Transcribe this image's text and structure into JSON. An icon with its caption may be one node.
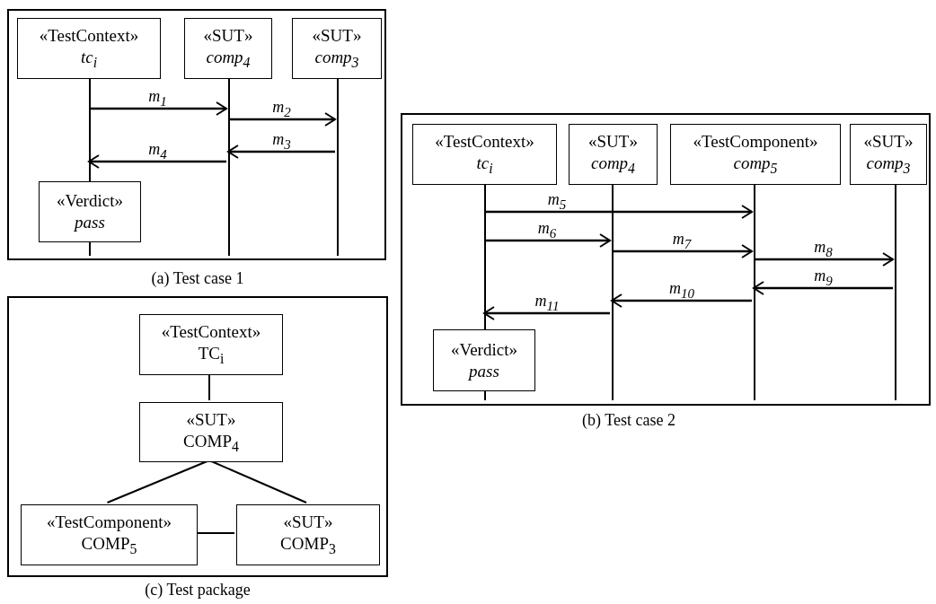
{
  "diagram": {
    "nodes": [
      {
        "text": [],
        "shape": "box"
      },
      {
        "text": [
          "«TestContext»",
          "tc$_{i}$"
        ],
        "in": 0
      },
      {
        "text": [
          "«SUT»",
          "comp$_{4}$"
        ],
        "in": 0
      },
      {
        "text": [
          "«SUT»",
          "comp$_{3}$"
        ],
        "in": 0
      },
      {
        "text": [],
        "shape": "bar",
        "in": 0
      },
      {
        "text": [],
        "shape": "bar",
        "in": 0
      },
      {
        "text": [],
        "shape": "bar",
        "in": 0
      },
      {
        "text": [
          "«Verdict»",
          "pass"
        ],
        "in": 0
      },
      {
        "text": [],
        "shape": "box"
      },
      {
        "text": [
          "«TestContext»",
          "tc$_{i}$"
        ],
        "in": 8
      },
      {
        "text": [
          "«SUT»",
          "comp$_{4}$"
        ],
        "in": 8
      },
      {
        "text": [
          "«TestComponent»",
          "comp$_{5}$"
        ],
        "in": 8
      },
      {
        "text": [
          "«SUT»",
          "comp$_{3}$"
        ],
        "in": 8
      },
      {
        "text": [],
        "shape": "bar",
        "in": 8
      },
      {
        "text": [],
        "shape": "bar",
        "in": 8
      },
      {
        "text": [],
        "shape": "bar",
        "in": 8
      },
      {
        "text": [],
        "shape": "bar",
        "in": 8
      },
      {
        "text": [
          "«Verdict»",
          "pass"
        ],
        "in": 8
      },
      {
        "text": [],
        "shape": "box"
      },
      {
        "text": [
          "«TestContext»",
          "TC$_{i}$"
        ],
        "in": 18
      },
      {
        "text": [
          "«SUT»",
          "COMP$_{4}$"
        ],
        "in": 18
      },
      {
        "text": [
          "«TestComponent»",
          "COMP$_{5}$"
        ],
        "in": 18
      },
      {
        "text": [
          "«SUT»",
          "COMP$_{3}$"
        ],
        "in": 18
      }
    ],
    "edges": [
      {
        "from": 4,
        "to": 5,
        "arrow": "to",
        "label": "m$_{1}$"
      },
      {
        "from": 5,
        "to": 6,
        "arrow": "to",
        "label": "m$_{2}$"
      },
      {
        "from": 6,
        "to": 5,
        "arrow": "to",
        "label": "m$_{3}$"
      },
      {
        "from": 5,
        "to": 4,
        "arrow": "to",
        "label": "m$_{4}$"
      },
      {
        "from": 13,
        "to": 15,
        "arrow": "to",
        "label": "m$_{5}$"
      },
      {
        "from": 13,
        "to": 14,
        "arrow": "to",
        "label": "m$_{6}$"
      },
      {
        "from": 14,
        "to": 15,
        "arrow": "to",
        "label": "m$_{7}$"
      },
      {
        "from": 15,
        "to": 16,
        "arrow": "to",
        "label": "m$_{8}$"
      },
      {
        "from": 16,
        "to": 15,
        "arrow": "to",
        "label": "m$_{9}$"
      },
      {
        "from": 15,
        "to": 14,
        "arrow": "to",
        "label": "m$_{10}$"
      },
      {
        "from": 14,
        "to": 13,
        "arrow": "to",
        "label": "m$_{11}$"
      },
      {
        "from": 19,
        "to": 20,
        "arrow": "none"
      },
      {
        "from": 20,
        "to": 21,
        "arrow": "none"
      },
      {
        "from": 20,
        "to": 22,
        "arrow": "none"
      },
      {
        "from": 21,
        "to": 22,
        "arrow": "none"
      }
    ],
    "labels": [
      "(a) Test case 1",
      "(b) Test case 2",
      "(c) Test package"
    ]
  }
}
